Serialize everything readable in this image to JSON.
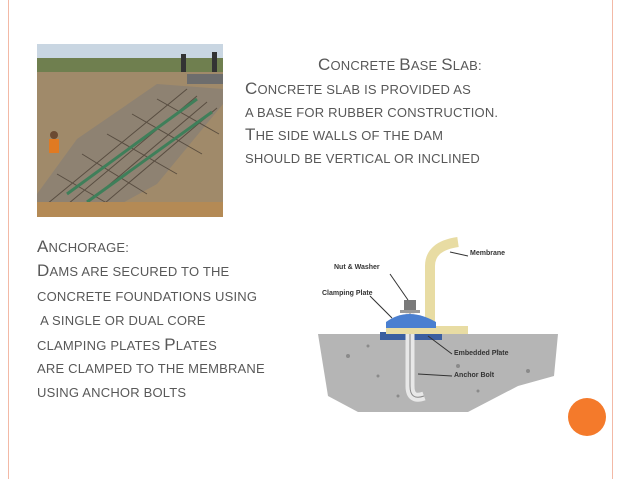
{
  "slab": {
    "title_cap1": "C",
    "title_rest1": "oncrete ",
    "title_cap2": "B",
    "title_rest2": "ase ",
    "title_cap3": "S",
    "title_rest3": "lab:",
    "line1_cap": "C",
    "line1_rest": "oncrete slab is provided as",
    "line2": "a base for rubber construction.",
    "line3_cap": "T",
    "line3_rest": "he side walls of the dam",
    "line4": "should be vertical or inclined"
  },
  "anchorage": {
    "title_cap": "A",
    "title_rest": "nchorage:",
    "line1_cap": "D",
    "line1_rest": "ams are secured to the",
    "line2": "concrete foundations using",
    "line3": " a single or dual core",
    "line4a": "clamping plates ",
    "line4_cap": "P",
    "line4_rest": "lates",
    "line5": "are clamped to the membrane",
    "line6": "using anchor bolts"
  },
  "diagram_labels": {
    "membrane": "Membrane",
    "nut_washer": "Nut & Washer",
    "clamping_plate": "Clamping Plate",
    "embedded_plate": "Embedded Plate",
    "anchor_bolt": "Anchor Bolt"
  },
  "colors": {
    "accent_orange": "#f47a2b",
    "border": "#f3b9a6",
    "text": "#585858"
  }
}
